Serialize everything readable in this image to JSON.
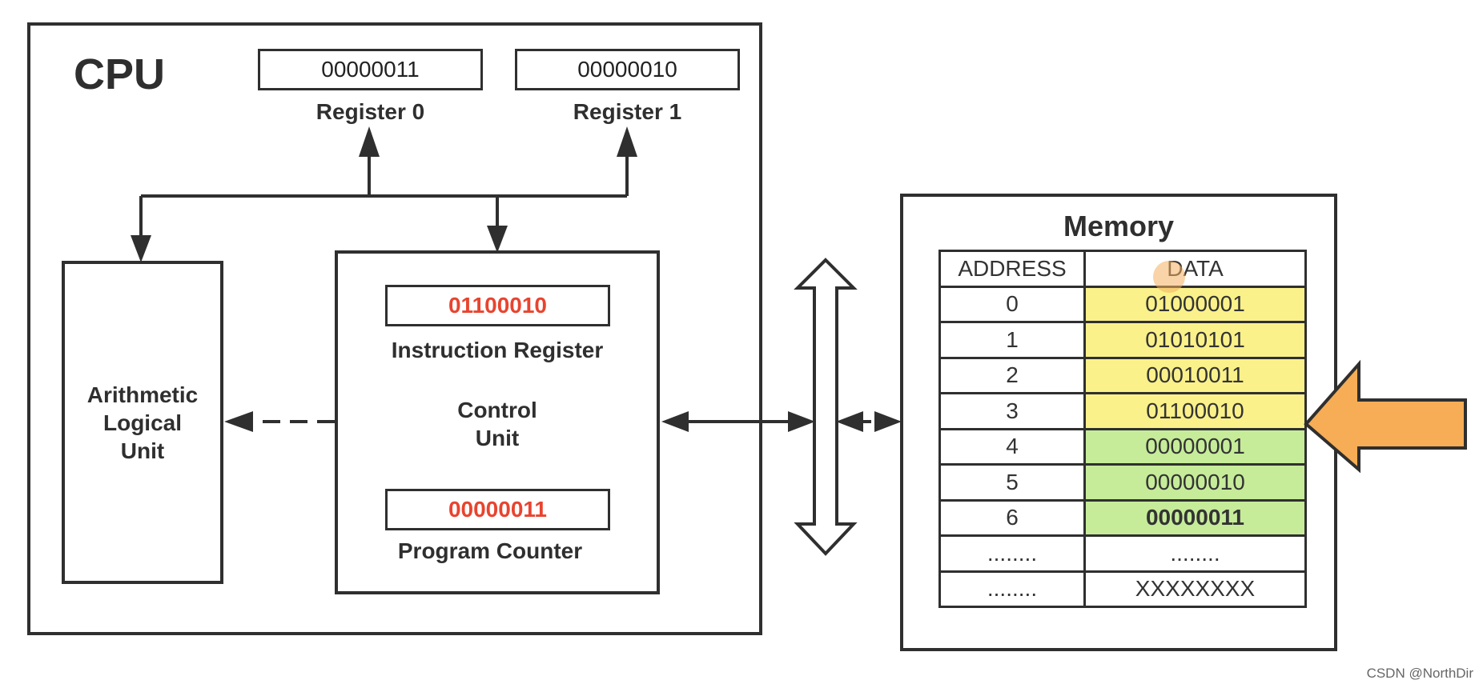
{
  "cpu": {
    "title": "CPU",
    "register0": {
      "value": "00000011",
      "label": "Register 0"
    },
    "register1": {
      "value": "00000010",
      "label": "Register 1"
    },
    "alu": {
      "line1": "Arithmetic",
      "line2": "Logical",
      "line3": "Unit"
    },
    "control_unit": {
      "line1": "Control",
      "line2": "Unit",
      "instruction_register": {
        "value": "01100010",
        "label": "Instruction Register"
      },
      "program_counter": {
        "value": "00000011",
        "label": "Program Counter"
      }
    }
  },
  "memory": {
    "title": "Memory",
    "columns": [
      "ADDRESS",
      "DATA"
    ],
    "rows": [
      {
        "address": "0",
        "data": "01000001",
        "color": "#faf18a",
        "emphasis": false
      },
      {
        "address": "1",
        "data": "01010101",
        "color": "#faf18a",
        "emphasis": false
      },
      {
        "address": "2",
        "data": "00010011",
        "color": "#faf18a",
        "emphasis": false
      },
      {
        "address": "3",
        "data": "01100010",
        "color": "#faf18a",
        "emphasis": false
      },
      {
        "address": "4",
        "data": "00000001",
        "color": "#c6ec9a",
        "emphasis": false
      },
      {
        "address": "5",
        "data": "00000010",
        "color": "#c6ec9a",
        "emphasis": false
      },
      {
        "address": "6",
        "data": "00000011",
        "color": "#c6ec9a",
        "emphasis": true
      },
      {
        "address": "........",
        "data": "........",
        "color": "#ffffff",
        "emphasis": false
      },
      {
        "address": "........",
        "data": "XXXXXXXX",
        "color": "#ffffff",
        "emphasis": false
      }
    ],
    "pointer_row": 3
  },
  "colors": {
    "highlight_red": "#e8442f",
    "pointer_arrow": "#f6ad55",
    "yellow_cells": "#faf18a",
    "green_cells": "#c6ec9a"
  },
  "watermark": "CSDN @NorthDir"
}
